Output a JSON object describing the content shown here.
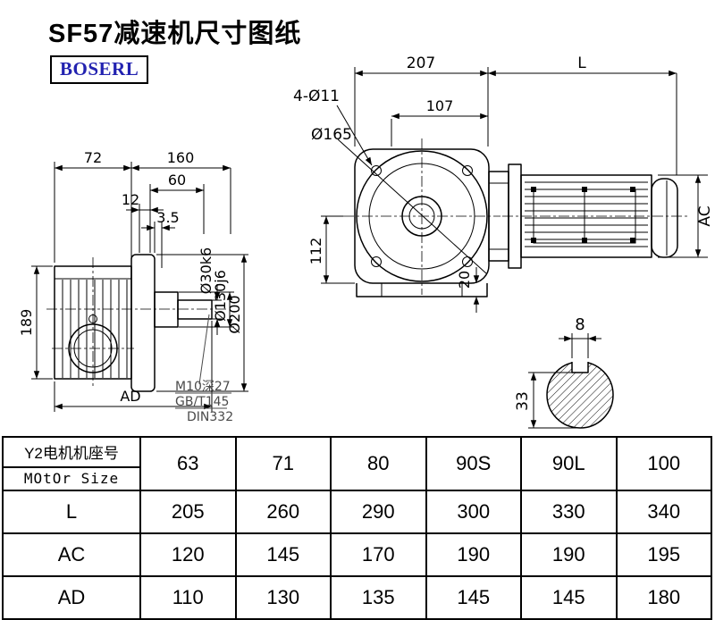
{
  "page": {
    "title": "SF57减速机尺寸图纸",
    "logo": "BOSERL"
  },
  "left_view": {
    "dim_72": "72",
    "dim_160": "160",
    "dim_60": "60",
    "dim_12": "12",
    "dim_3_5": "3.5",
    "dim_189": "189",
    "dim_ad": "AD",
    "dia_30": "Ø30k6",
    "dia_130": "Ø130j6",
    "dia_200": "Ø200",
    "note_thread": "M10深27",
    "note_standard": "GB/T145",
    "note_din": "DIN332"
  },
  "right_view": {
    "dim_207": "207",
    "dim_l": "L",
    "dim_107": "107",
    "bolt_holes": "4-Ø11",
    "dia_165": "Ø165",
    "dim_112": "112",
    "dim_20": "20",
    "dim_ac": "AC"
  },
  "shaft_section": {
    "dim_8": "8",
    "dim_33": "33"
  },
  "table": {
    "motor_label_cn": "Y2电机机座号",
    "motor_label_en": "MOtOr Size",
    "sizes": [
      "63",
      "71",
      "80",
      "90S",
      "90L",
      "100"
    ],
    "rows": [
      {
        "label": "L",
        "values": [
          "205",
          "260",
          "290",
          "300",
          "330",
          "340"
        ]
      },
      {
        "label": "AC",
        "values": [
          "120",
          "145",
          "170",
          "190",
          "190",
          "195"
        ]
      },
      {
        "label": "AD",
        "values": [
          "110",
          "130",
          "135",
          "145",
          "145",
          "180"
        ]
      }
    ]
  }
}
